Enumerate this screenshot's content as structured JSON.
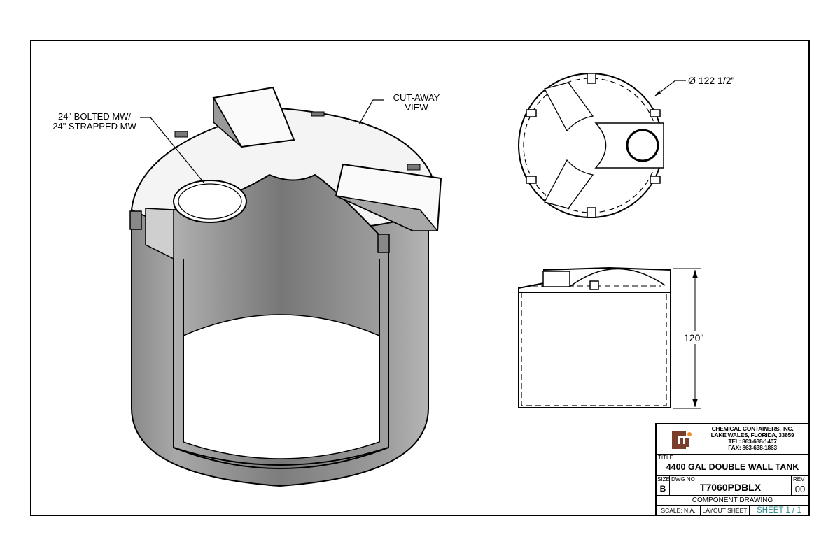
{
  "drawing": {
    "views": {
      "isometric": {
        "callouts": {
          "manway": [
            "24\" BOLTED MW/",
            "24\" STRAPPED MW"
          ],
          "cutaway": [
            "CUT-AWAY",
            "VIEW"
          ]
        }
      },
      "top": {
        "dimension": "Ø 122 1/2\""
      },
      "side": {
        "dimension": "120\""
      }
    }
  },
  "title_block": {
    "company": {
      "name": "CHEMICAL CONTAINERS, INC.",
      "address": "LAKE WALES, FLORIDA, 33859",
      "tel": "TEL: 863-638-1407",
      "fax": "FAX: 863-638-1863",
      "logo_colors": {
        "brown": "#7a3f2a",
        "orange": "#f08a24"
      }
    },
    "title_label": "TITLE",
    "title": "4400 GAL DOUBLE WALL TANK",
    "size_label": "SIZE",
    "size": "B",
    "dwg_no_label": "DWG NO",
    "dwg_no": "T7060PDBLX",
    "rev_label": "REV",
    "rev": "00",
    "drawing_type": "COMPONENT DRAWING",
    "scale": "SCALE: N.A.",
    "layout": "LAYOUT SHEET",
    "sheet": "SHEET 1 / 1"
  }
}
